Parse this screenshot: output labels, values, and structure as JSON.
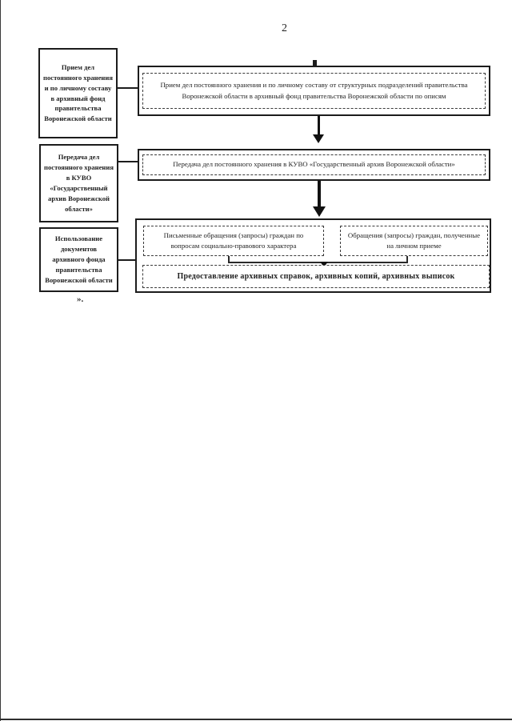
{
  "page": {
    "number": "2",
    "closing_mark": "»."
  },
  "stages": [
    {
      "label": "Прием дел постоянного хранения и по личному составу в архивный фонд правительства Воронежской области"
    },
    {
      "label": "Передача дел постоянного хранения в КУВО «Государственный архив Воронежской области»"
    },
    {
      "label": "Использование документов архивного фонда правительства Воронежской области"
    }
  ],
  "flowchart": {
    "step1": "Прием дел постоянного хранения и по личному составу от структурных подразделений правительства Воронежской области в архивный фонд правительства Воронежской области по описям",
    "step2": "Передача дел постоянного хранения в КУВО «Государственный архив Воронежской области»",
    "step3_left": "Письменные обращения (запросы) граждан по вопросам социально-правового характера",
    "step3_right": "Обращения (запросы) граждан, полученные на личном приеме",
    "step3_result": "Предоставление архивных справок, архивных копий, архивных выписок"
  },
  "colors": {
    "ink": "#1c1c1c",
    "paper": "#ffffff"
  }
}
